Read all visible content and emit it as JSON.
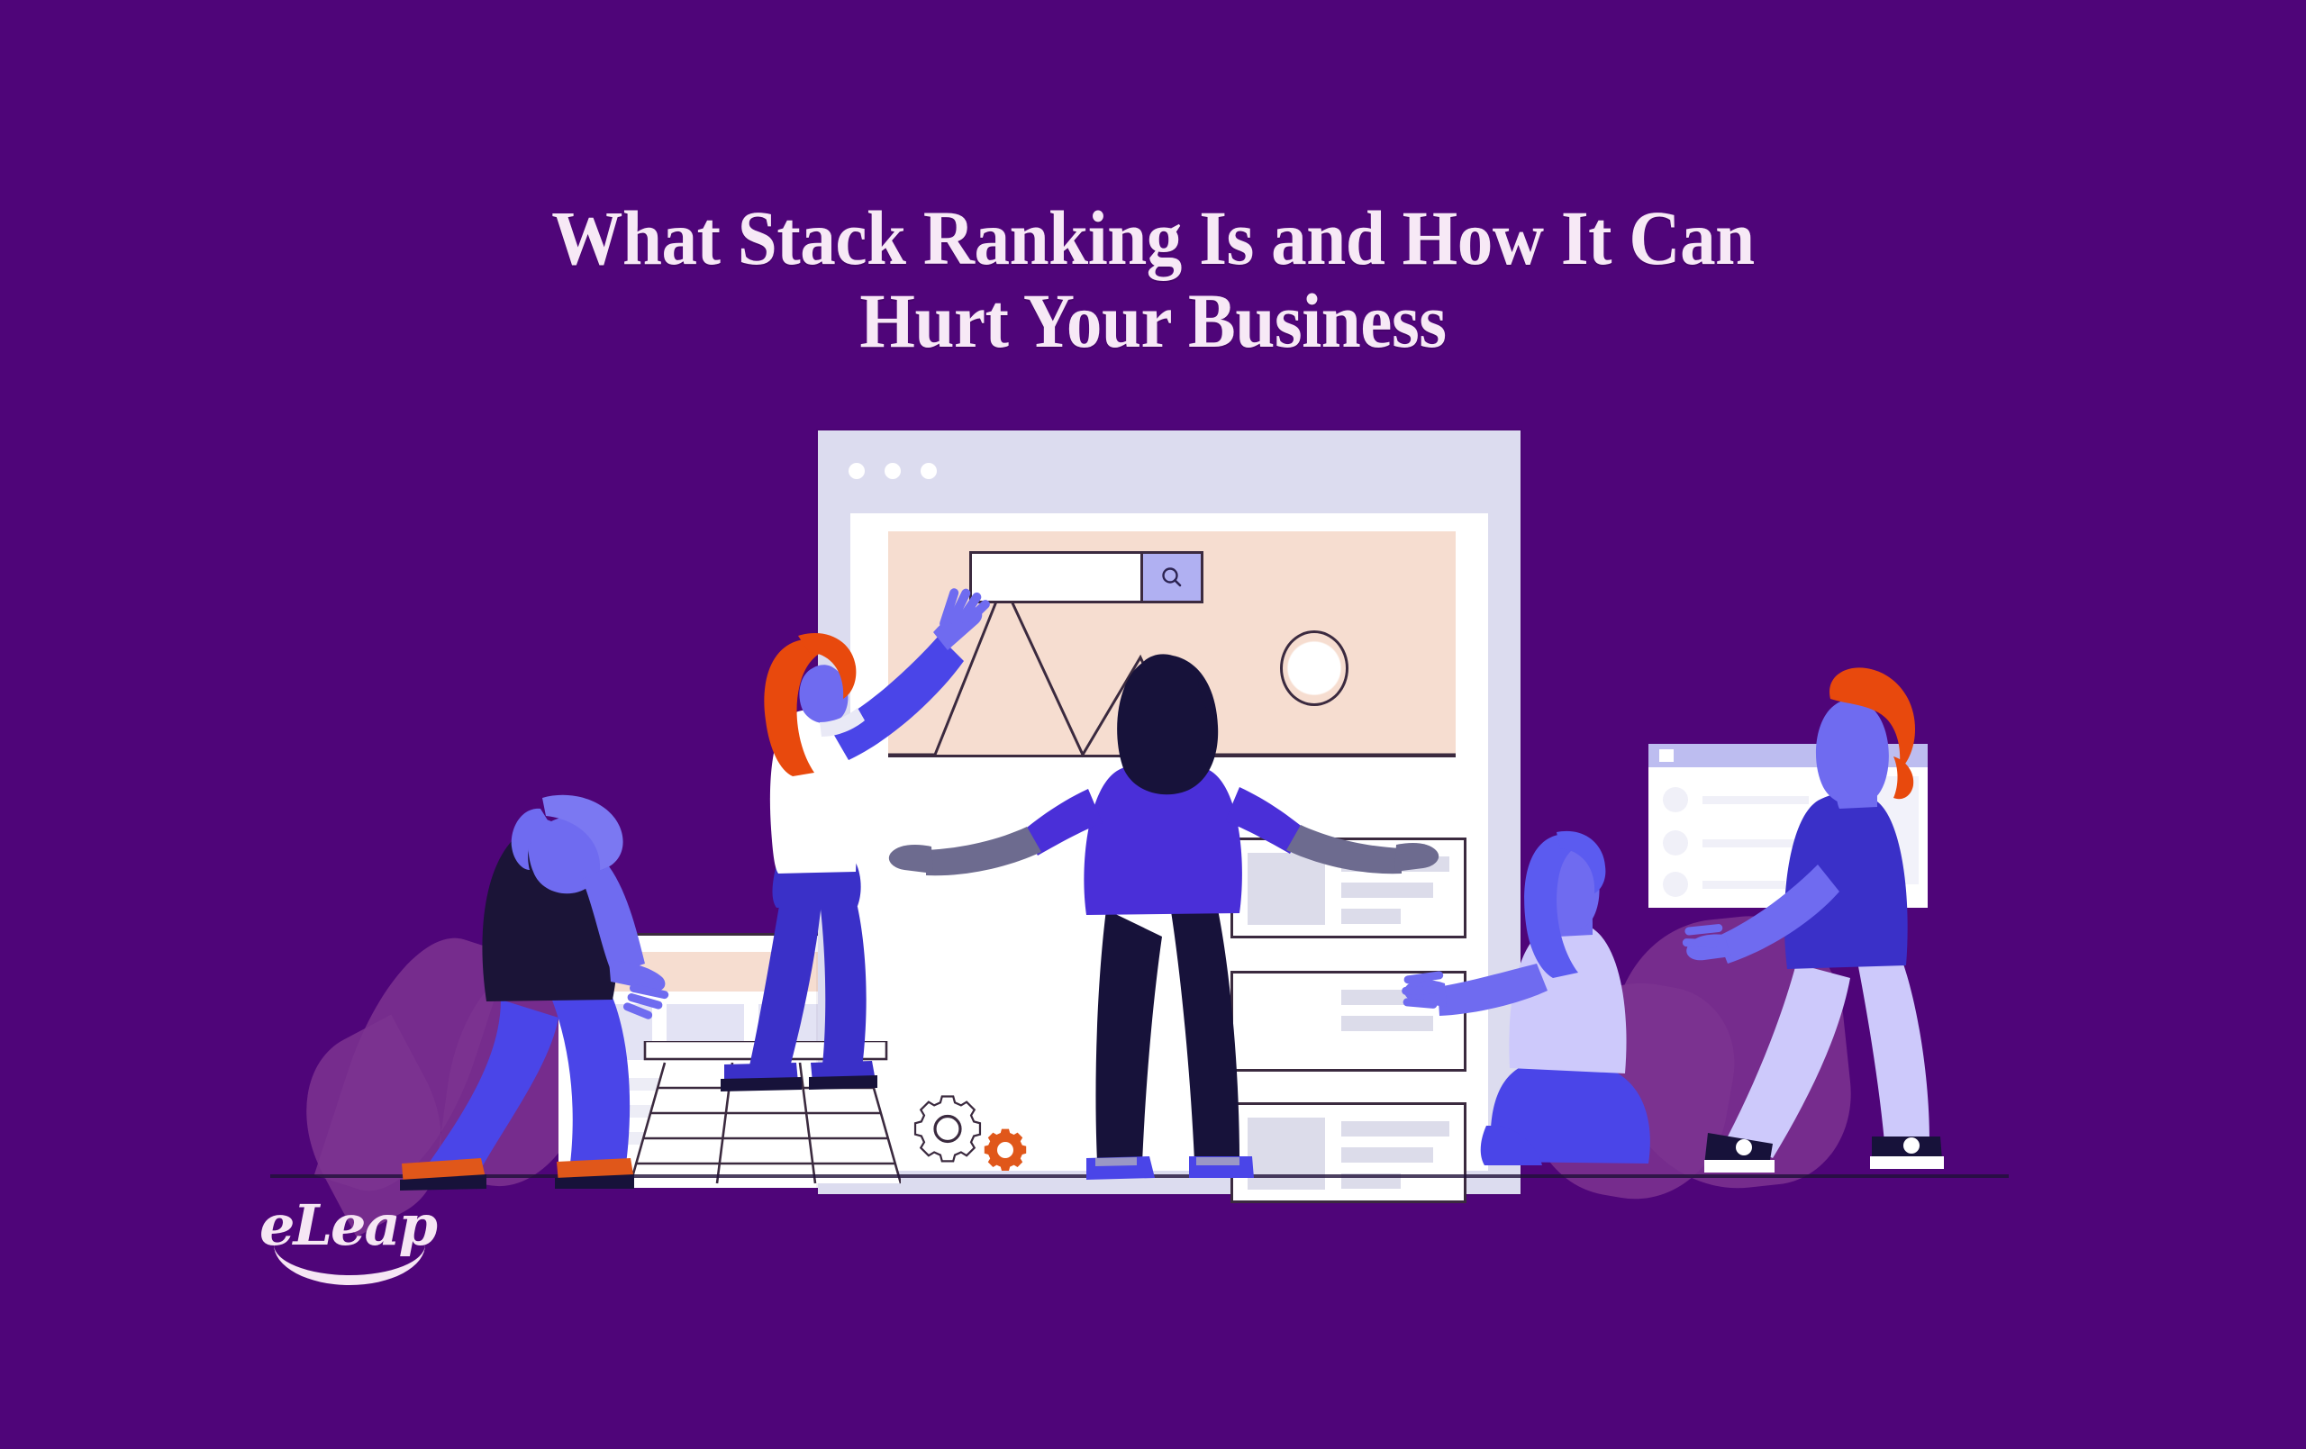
{
  "meta": {
    "kind": "blog-hero-banner",
    "background_color": "#4f0579"
  },
  "header": {
    "title_line1": "What Stack Ranking Is and How It Can",
    "title_line2": "Hurt Your Business",
    "title_full": "What Stack Ranking Is and How It Can Hurt Your Business",
    "title_color": "#f7e9f6"
  },
  "brand": {
    "logo_text": "eLeap",
    "logo_color": "#f6e6f4"
  },
  "illustration": {
    "browser_window": {
      "titlebar_color": "#dcdcef",
      "dot_count": 3,
      "dot_color": "#ffffff",
      "body_color": "#ffffff",
      "hero_banner_color": "#f6ddd0",
      "search": {
        "value": "",
        "placeholder": "",
        "button_color": "#b0b0f2",
        "icon": "search-icon"
      },
      "result_cards": [
        {
          "thumb": "",
          "lines": [
            "",
            "",
            ""
          ]
        },
        {
          "thumb": "",
          "lines": [
            "",
            "",
            ""
          ]
        },
        {
          "thumb": "",
          "lines": [
            "",
            "",
            ""
          ]
        }
      ]
    },
    "mini_window": {
      "header_color": "#bdbdf0",
      "rows": [
        {},
        {},
        {}
      ]
    },
    "gears": {
      "large_color": "#ffffff",
      "small_color": "#e0571a",
      "outline_color": "#3b2a3f"
    },
    "ladder": {
      "outline_color": "#3b2a3f",
      "fill_color": "#ffffff",
      "rungs": 5
    },
    "people": [
      {
        "name": "bending-man",
        "hair": "#6f6bf0",
        "shirt": "#1b1437",
        "pants": "#4a45e8",
        "shoes": "#e0571a"
      },
      {
        "name": "woman-on-ladder",
        "hair": "#e8490d",
        "shirt": "#ffffff",
        "pants": "#3a30c8",
        "shoes": "#2b2270"
      },
      {
        "name": "standing-man-center",
        "hair": "#17123a",
        "shirt": "#4a2fd8",
        "pants": "#17123a",
        "shoes": "#4a45e8"
      },
      {
        "name": "kneeling-woman",
        "hair": "#5b5bf0",
        "shirt": "#cdc9fb",
        "pants": "#4a45e8"
      },
      {
        "name": "walking-man-right",
        "hair": "#e8490d",
        "shirt": "#3a30c8",
        "pants": "#cdc9fb",
        "shoes": "#17123a"
      }
    ],
    "decor": {
      "leaf_color": "#7c3490",
      "ground_line_color": "#1f1038"
    }
  },
  "chart_data": {
    "type": "line",
    "title": "",
    "xlabel": "",
    "ylabel": "",
    "x": [
      0,
      1,
      2,
      3,
      4,
      5,
      6,
      7
    ],
    "values": [
      0,
      0,
      100,
      8,
      62,
      0,
      0,
      0
    ],
    "ylim": [
      0,
      100
    ],
    "grid": false,
    "legend": "none",
    "line_color": "#3b2a3f",
    "plot_background": "#f6ddd0",
    "annotations": [
      "sun-circle"
    ]
  }
}
